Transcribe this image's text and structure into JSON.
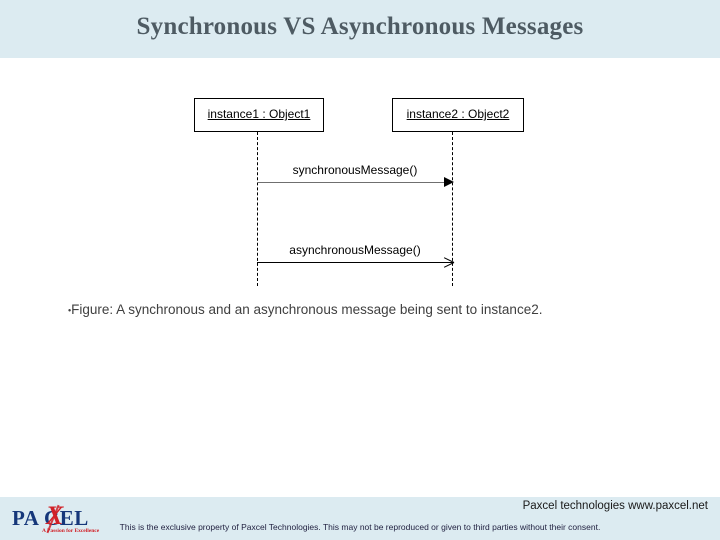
{
  "header": {
    "title": "Synchronous VS Asynchronous Messages",
    "band_color": "#dcebf1",
    "title_color": "#4e5b63"
  },
  "diagram": {
    "type": "uml-sequence-diagram",
    "lifelines": [
      {
        "label": "instance1 : Object1"
      },
      {
        "label": "instance2 : Object2"
      }
    ],
    "messages": [
      {
        "label": "synchronousMessage()",
        "kind": "synchronous",
        "arrowhead": "filled-triangle",
        "from": "instance1 : Object1",
        "to": "instance2 : Object2"
      },
      {
        "label": "asynchronousMessage()",
        "kind": "asynchronous",
        "arrowhead": "open-line",
        "from": "instance1 : Object1",
        "to": "instance2 : Object2"
      }
    ]
  },
  "caption": {
    "bullet": "•",
    "text": "Figure:  A synchronous and an asynchronous message being sent to instance2."
  },
  "footer": {
    "logo_part1": "PA",
    "logo_x": "X",
    "logo_part2": "CEL",
    "logo_wordmark": "PA    CEL",
    "logo_tagline": "A Passion for Excellence",
    "company": "Paxcel technologies  www.paxcel.net",
    "disclaimer": "This is the exclusive property of Paxcel Technologies. This may not be reproduced or given to third parties without their consent.",
    "band_color": "#dcebf1",
    "logo_blue": "#16377a",
    "logo_red": "#d12027"
  }
}
